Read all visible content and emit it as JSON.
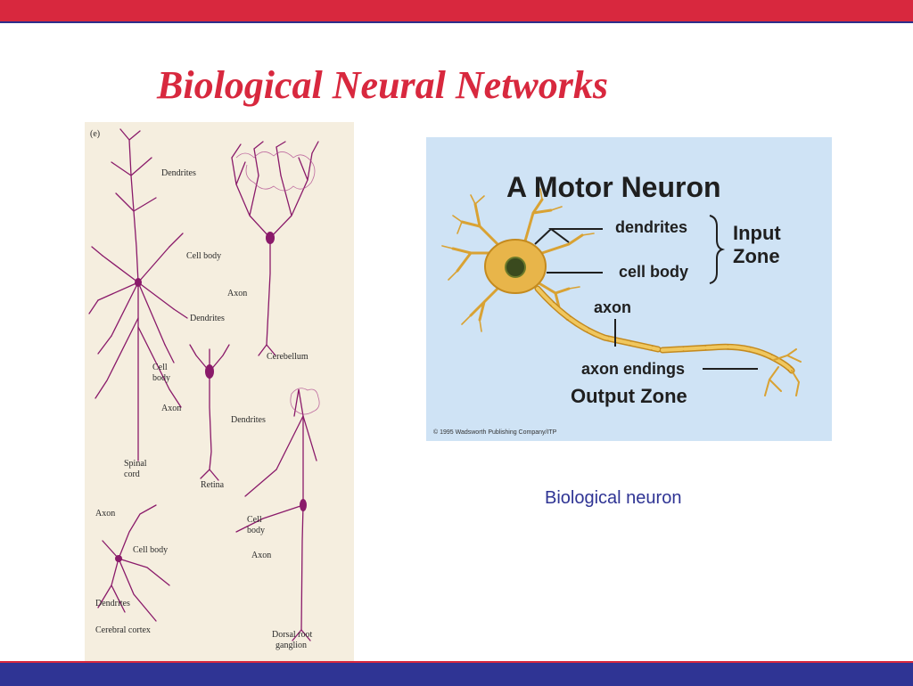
{
  "slide": {
    "title": "Biological Neural Networks",
    "caption": "Biological neuron",
    "colors": {
      "accent_red": "#d8283e",
      "accent_blue": "#2f3494",
      "neuron_magenta": "#8a1a6a",
      "neuron_gold": "#d9a233"
    }
  },
  "left_figure": {
    "panel_letter": "(e)",
    "labels": {
      "dendrites_top": "Dendrites",
      "cellbody_top": "Cell body",
      "axon_top": "Axon",
      "cerebellum": "Cerebellum",
      "dendrites_retina": "Dendrites",
      "cell": "Cell",
      "body": "body",
      "axon_spinal": "Axon",
      "spinal": "Spinal",
      "cord": "cord",
      "retina": "Retina",
      "dendrites_drg": "Dendrites",
      "cell_drg": "Cell",
      "body_drg": "body",
      "axon_drg": "Axon",
      "dorsal_root": "Dorsal root",
      "ganglion": "ganglion",
      "axon_cortex": "Axon",
      "cellbody_cortex": "Cell body",
      "dendrites_cortex": "Dendrites",
      "cerebral_cortex": "Cerebral cortex"
    }
  },
  "motor_neuron": {
    "title": "A Motor Neuron",
    "dendrites": "dendrites",
    "cell_body": "cell body",
    "input_zone_line1": "Input",
    "input_zone_line2": "Zone",
    "axon": "axon",
    "axon_endings": "axon endings",
    "output_zone": "Output Zone",
    "copyright": "© 1995 Wadsworth Publishing Company/ITP"
  }
}
